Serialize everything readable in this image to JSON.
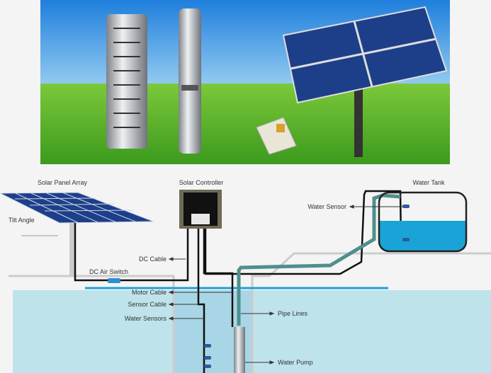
{
  "photo": {
    "description_icons": [
      "pump-body-icon",
      "submersible-pump-icon",
      "controller-box-icon",
      "solar-panel-icon"
    ]
  },
  "diagram": {
    "solar_panel_array": "Solar Panel Array",
    "solar_controller": "Solar Controller",
    "water_tank": "Water Tank",
    "water_sensor": "Water Sensor",
    "tilt_angle": "Tilt  Angle",
    "dc_cable": "DC Cable",
    "dc_air_switch": "DC Air Switch",
    "motor_cable": "Motor Cable",
    "sensor_cable": "Sensor Cable",
    "water_sensors": "Water Sensors",
    "pipe_lines": "Pipe Lines",
    "water_pump": "Water Pump"
  },
  "colors": {
    "water": "#bfe3ea",
    "tank_water": "#1aa3d6",
    "pipe": "#4f8f8c",
    "sky": "#2e8fe0",
    "grass": "#4fb52a",
    "panel": "#1d3f8a"
  }
}
